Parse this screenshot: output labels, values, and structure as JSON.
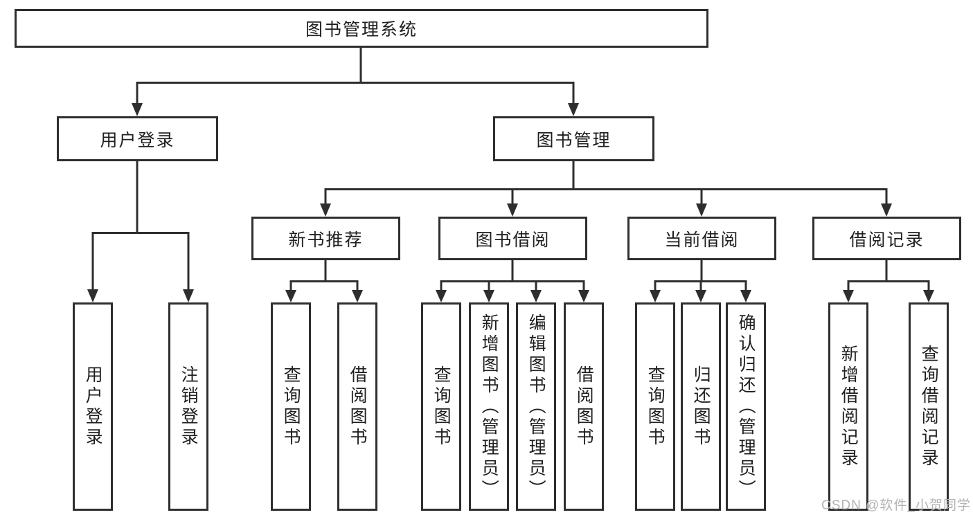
{
  "colors": {
    "line": "#2e2e2e",
    "text": "#1f1f1f",
    "watermark": "#b3b3b3",
    "background": "#ffffff"
  },
  "watermark": "CSDN @软件_小贺同学",
  "tree": {
    "root": {
      "label": "图书管理系统"
    },
    "children": [
      {
        "label": "用户登录",
        "children": [
          {
            "label": "用户登录"
          },
          {
            "label": "注销登录"
          }
        ]
      },
      {
        "label": "图书管理",
        "children": [
          {
            "label": "新书推荐",
            "children": [
              {
                "label": "查询图书"
              },
              {
                "label": "借阅图书"
              }
            ]
          },
          {
            "label": "图书借阅",
            "children": [
              {
                "label": "查询图书"
              },
              {
                "label": "新增图书（管理员）"
              },
              {
                "label": "编辑图书（管理员）"
              },
              {
                "label": "借阅图书"
              }
            ]
          },
          {
            "label": "当前借阅",
            "children": [
              {
                "label": "查询图书"
              },
              {
                "label": "归还图书"
              },
              {
                "label": "确认归还（管理员）"
              }
            ]
          },
          {
            "label": "借阅记录",
            "children": [
              {
                "label": "新增借阅记录"
              },
              {
                "label": "查询借阅记录"
              }
            ]
          }
        ]
      }
    ]
  }
}
